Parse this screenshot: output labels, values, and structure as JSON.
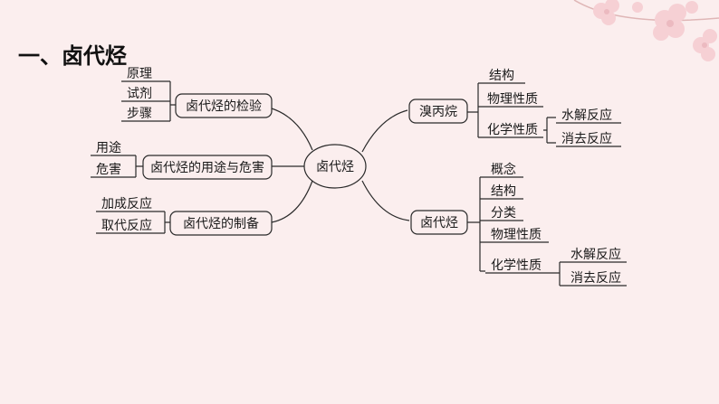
{
  "title": "一、卤代烃",
  "diagram": {
    "center": "卤代烃",
    "left_branches": [
      {
        "label": "卤代烃的检验",
        "children": [
          "原理",
          "试剂",
          "步骤"
        ]
      },
      {
        "label": "卤代烃的用途与危害",
        "children": [
          "用途",
          "危害"
        ]
      },
      {
        "label": "卤代烃的制备",
        "children": [
          "加成反应",
          "取代反应"
        ]
      }
    ],
    "right_branches": [
      {
        "label": "溴丙烷",
        "children": [
          {
            "label": "结构"
          },
          {
            "label": "物理性质"
          },
          {
            "label": "化学性质",
            "children": [
              "水解反应",
              "消去反应"
            ]
          }
        ]
      },
      {
        "label": "卤代烃",
        "children": [
          {
            "label": "概念"
          },
          {
            "label": "结构"
          },
          {
            "label": "分类"
          },
          {
            "label": "物理性质"
          },
          {
            "label": "化学性质",
            "children": [
              "水解反应",
              "消去反应"
            ]
          }
        ]
      }
    ]
  }
}
